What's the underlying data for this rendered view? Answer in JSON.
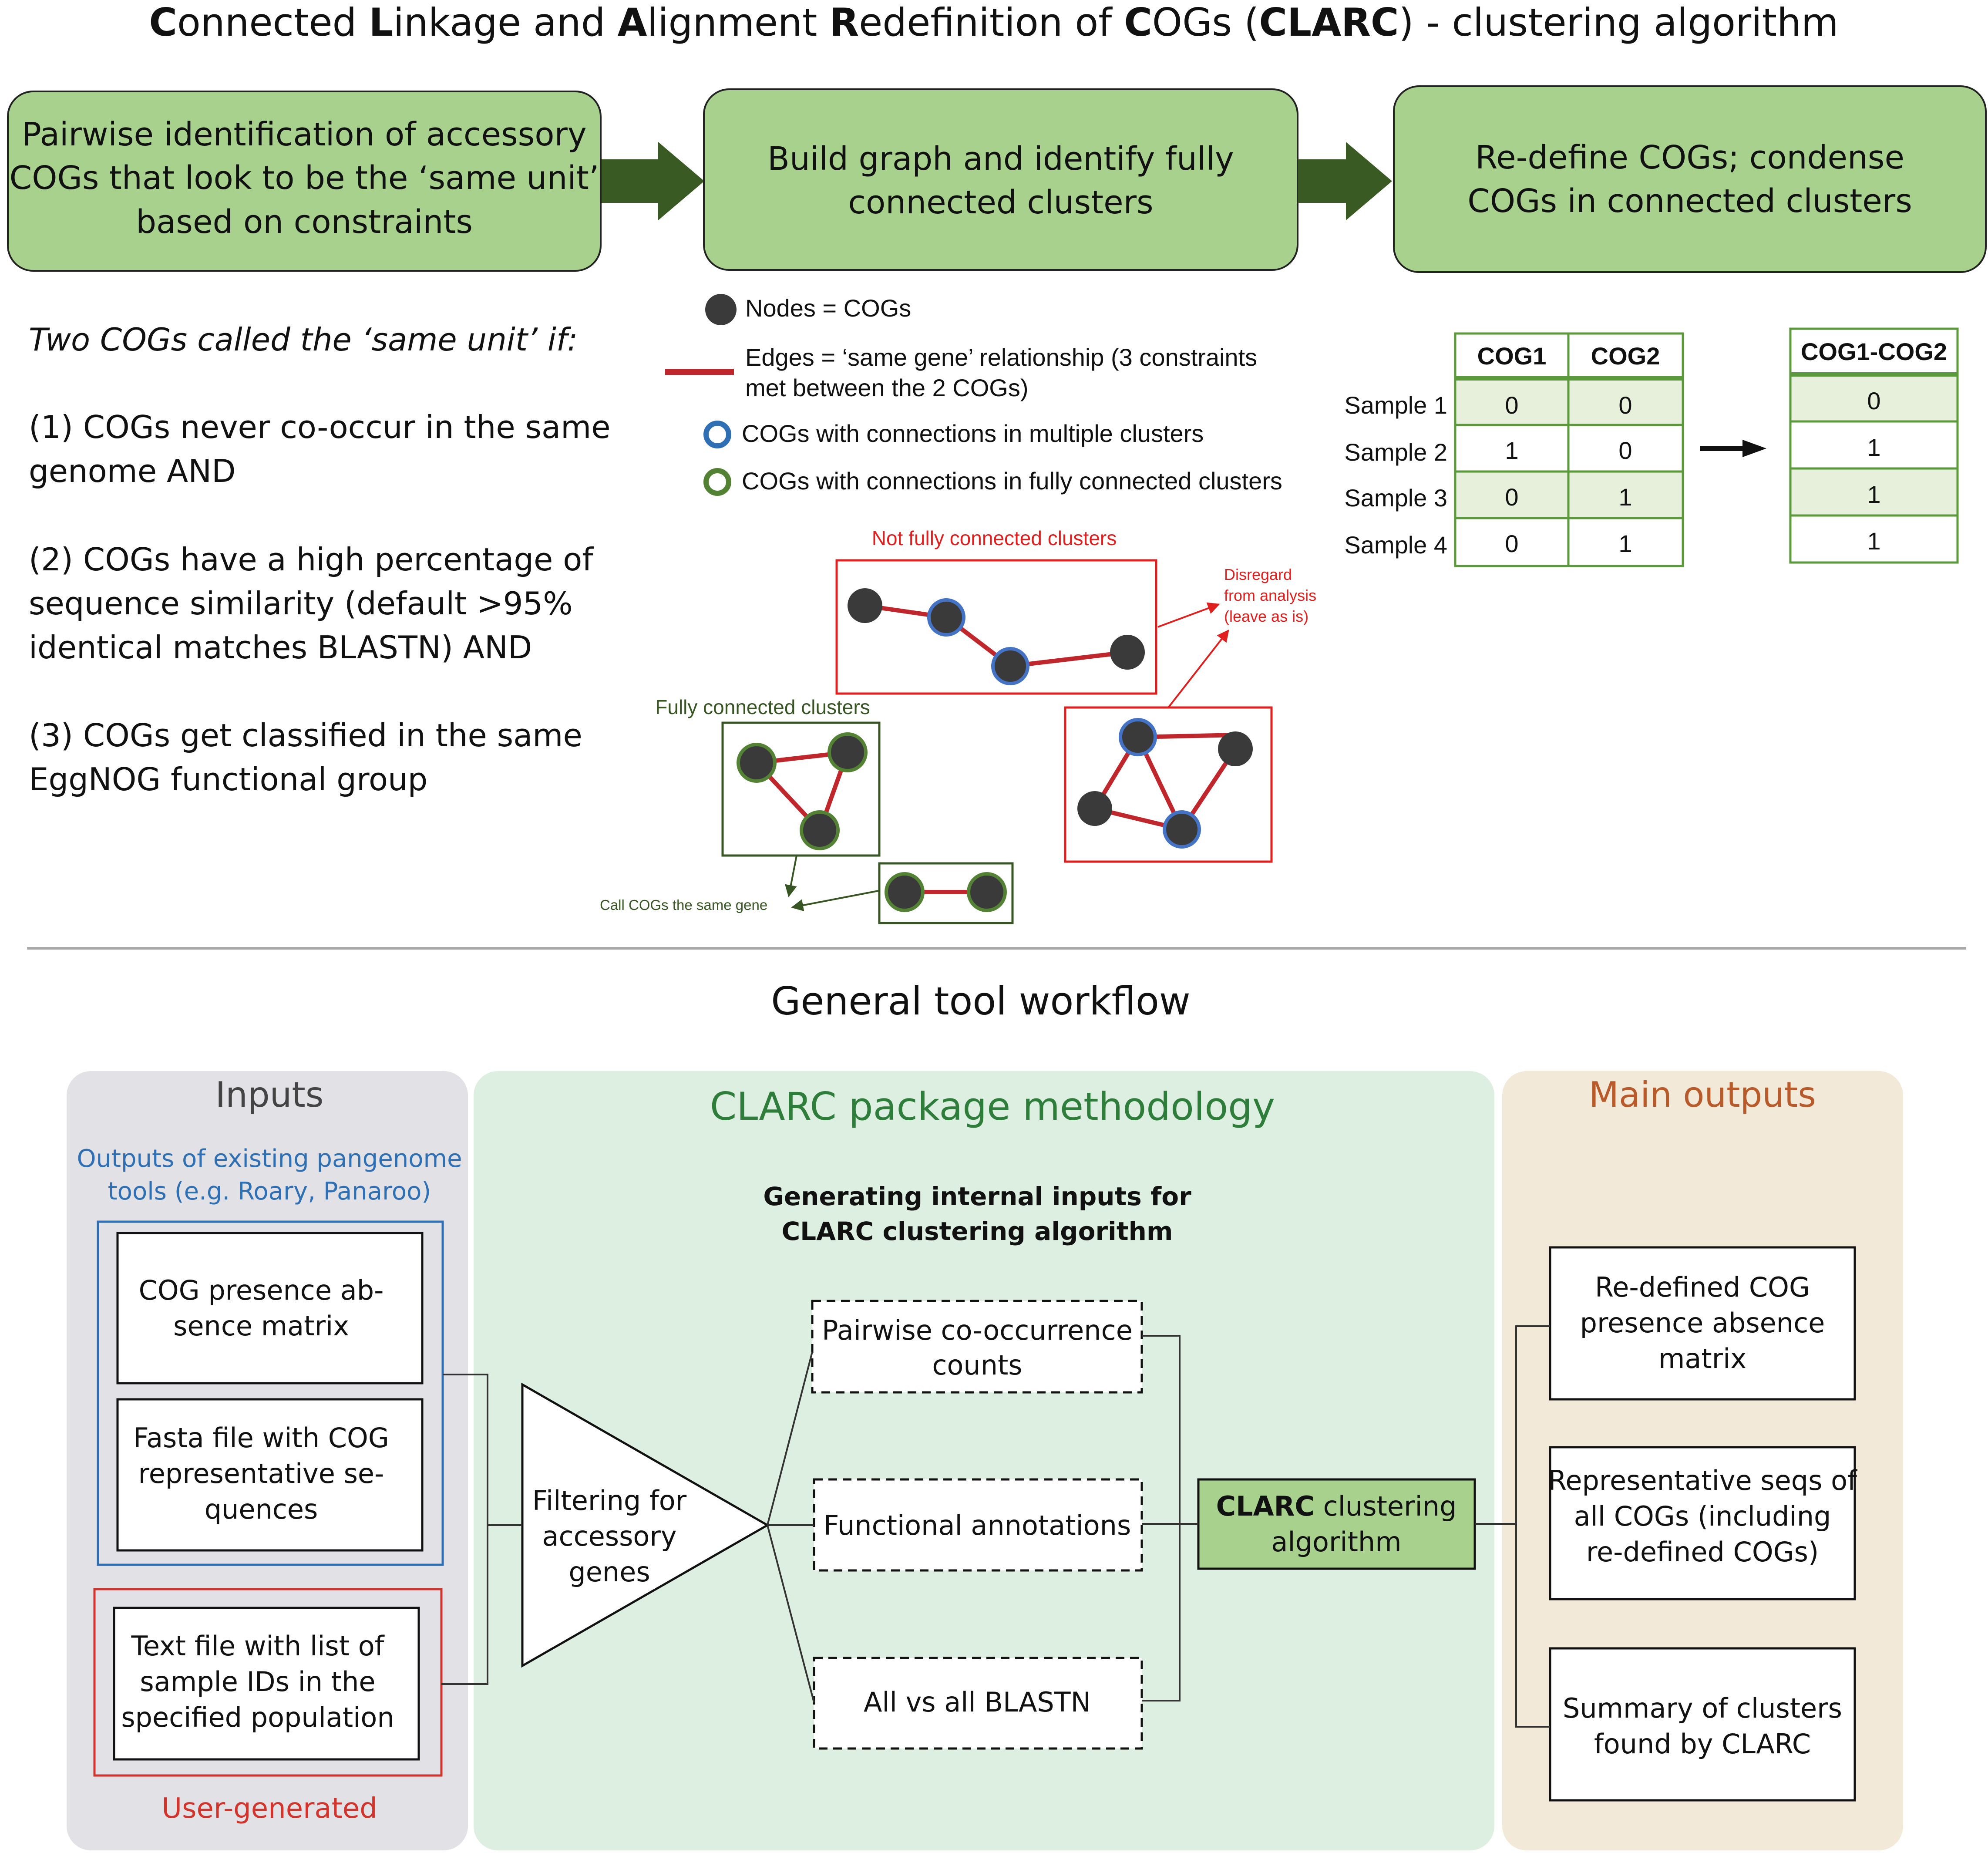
{
  "colors": {
    "green_fill": "#a8d18d",
    "green_dark": "#375623",
    "arrow_green": "#3a5a23",
    "red_edge": "#c0272d",
    "red_box": "#e0201f",
    "blue_ring": "#4472c4",
    "green_ring": "#548235",
    "node_fill": "#3a3a3a",
    "inputs_bg": "#e2e2e6",
    "clarc_bg": "#dcefe0",
    "outputs_bg": "#f3e9d8",
    "outputs_title": "#b85a2a",
    "clarc_title": "#2e7d3a",
    "blue_text": "#2f6fb4",
    "user_red": "#d2332b",
    "table_even": "#e6f0da"
  },
  "title": {
    "C1": "C",
    "t1": "onnected ",
    "L": "L",
    "t2": "inkage and ",
    "A": "A",
    "t3": "lignment ",
    "R": "R",
    "t4": "edefinition of ",
    "C2": "C",
    "t5": "OGs (",
    "CLARC": "CLARC",
    "t6": ") - clustering algorithm"
  },
  "steps": [
    {
      "lines": [
        "Pairwise identification of accessory",
        "COGs that look to be the ‘same unit’",
        "based on constraints"
      ]
    },
    {
      "lines": [
        "Build graph and identify fully",
        "connected clusters"
      ]
    },
    {
      "lines": [
        "Re-define COGs; condense",
        "COGs in connected clusters"
      ]
    }
  ],
  "criteria": {
    "heading": "Two COGs called the ‘same unit’ if:",
    "c1": [
      "(1) COGs never co-occur in the same",
      "genome AND"
    ],
    "c2": [
      "(2) COGs have a high percentage of",
      "sequence similarity (default >95%",
      "identical matches BLASTN) AND"
    ],
    "c3": [
      "(3) COGs get classified in the same",
      "EggNOG functional group"
    ]
  },
  "legend": {
    "nodes": "Nodes = COGs",
    "edges_l1": "Edges = ‘same gene’ relationship (3 constraints",
    "edges_l2": "met between the 2 COGs)",
    "blue": "COGs with connections in multiple clusters",
    "green": "COGs with connections in fully connected clusters"
  },
  "graph": {
    "not_fully": "Not fully connected clusters",
    "fully": "Fully connected clusters",
    "disregard": [
      "Disregard",
      "from analysis",
      "(leave as is)"
    ],
    "call_same": "Call COGs the same gene"
  },
  "table_left": {
    "headers": [
      "COG1",
      "COG2"
    ],
    "rows": [
      {
        "label": "Sample 1",
        "values": [
          "0",
          "0"
        ]
      },
      {
        "label": "Sample 2",
        "values": [
          "1",
          "0"
        ]
      },
      {
        "label": "Sample 3",
        "values": [
          "0",
          "1"
        ]
      },
      {
        "label": "Sample 4",
        "values": [
          "0",
          "1"
        ]
      }
    ]
  },
  "table_right": {
    "header": "COG1-COG2",
    "values": [
      "0",
      "1",
      "1",
      "1"
    ]
  },
  "workflow_title": "General tool workflow",
  "inputs": {
    "title": "Inputs",
    "subtitle": [
      "Outputs of existing pangenome",
      "tools (e.g. Roary, Panaroo)"
    ],
    "box1": [
      "COG presence ab-",
      "sence matrix"
    ],
    "box2": [
      "Fasta file with COG",
      "representative se-",
      "quences"
    ],
    "box3": [
      "Text file with list of",
      "sample IDs in the",
      "specified population"
    ],
    "user": "User-generated"
  },
  "methodology": {
    "title": "CLARC package methodology",
    "subtitle": [
      "Generating internal inputs for",
      "CLARC clustering algorithm"
    ],
    "filter": [
      "Filtering for",
      "accessory",
      "genes"
    ],
    "dashed": [
      [
        "Pairwise co-occurrence",
        "counts"
      ],
      [
        "Functional annotations"
      ],
      [
        "All vs all BLASTN"
      ]
    ],
    "algo_bold": "CLARC",
    "algo_rest": " clustering",
    "algo_line2": "algorithm"
  },
  "outputs": {
    "title": "Main outputs",
    "boxes": [
      [
        "Re-defined COG",
        "presence absence",
        "matrix"
      ],
      [
        "Representative seqs of",
        "all COGs (including",
        "re-defined COGs)"
      ],
      [
        "Summary of clusters",
        "found by CLARC"
      ]
    ]
  }
}
